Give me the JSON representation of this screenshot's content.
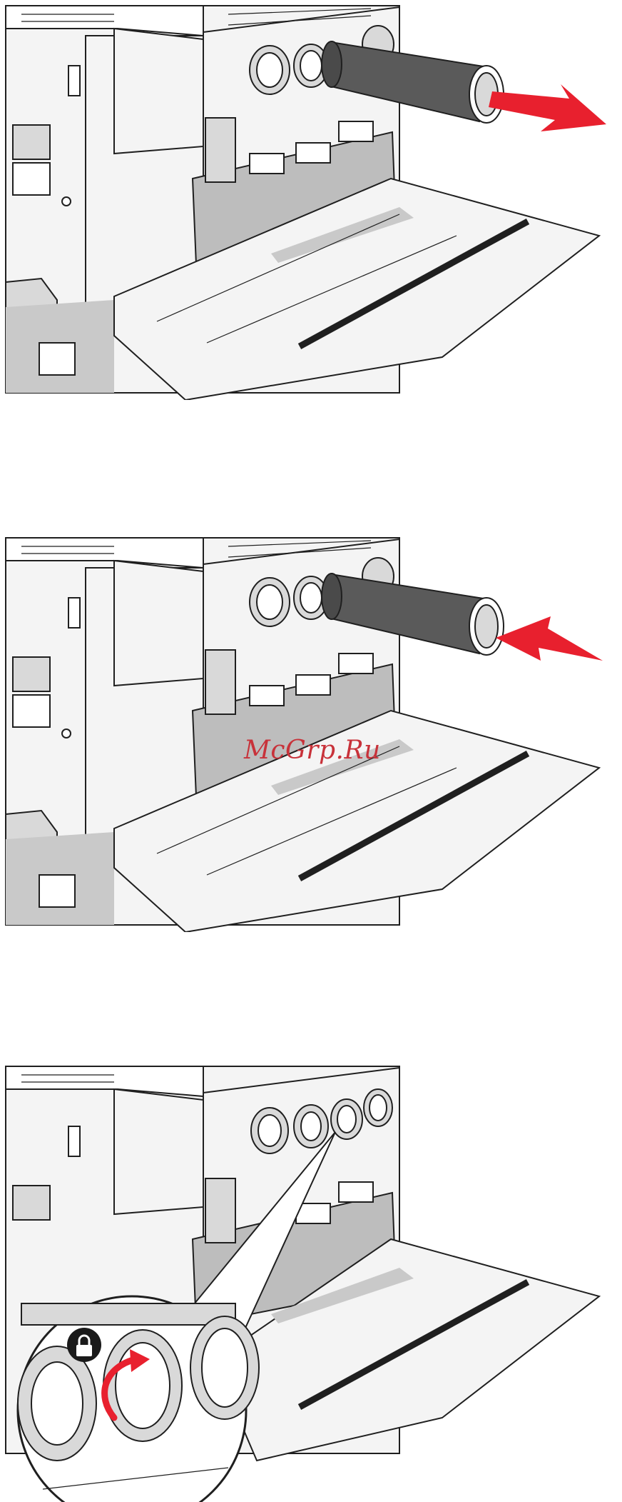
{
  "watermark": {
    "text": "McGrp.Ru"
  },
  "steps": [
    {
      "name": "remove-cartridge",
      "arrow_direction": "out"
    },
    {
      "name": "insert-cartridge",
      "arrow_direction": "in"
    },
    {
      "name": "lock-cartridge",
      "arrow_direction": "rotate"
    }
  ],
  "icons": [
    "lock-icon",
    "rotate-arrow-icon"
  ],
  "colors": {
    "arrow": "#e8202e",
    "cartridge": "#5a5a5a",
    "line": "#1f1f1f",
    "background": "#ffffff"
  }
}
